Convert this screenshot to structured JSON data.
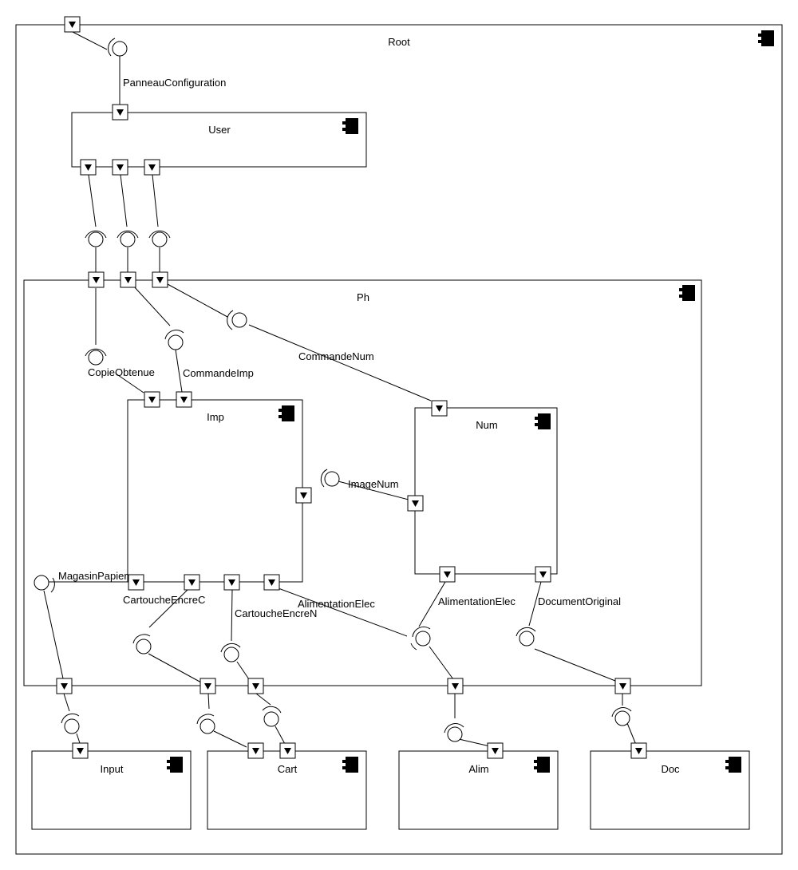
{
  "diagram": {
    "type": "uml-component-diagram",
    "icon": "component-icon",
    "components": {
      "root": "Root",
      "user": "User",
      "ph": "Ph",
      "imp": "Imp",
      "num": "Num",
      "input": "Input",
      "cart": "Cart",
      "alim": "Alim",
      "doc": "Doc"
    },
    "interfaces": {
      "panneau_configuration": "PanneauConfiguration",
      "copie_obtenue": "CopieObtenue",
      "commande_imp": "CommandeImp",
      "commande_num": "CommandeNum",
      "image_num": "ImageNum",
      "magasin_papier": "MagasinPapier",
      "cartouche_encre_c": "CartoucheEncreC",
      "cartouche_encre_n": "CartoucheEncreN",
      "alimentation_elec_imp": "AlimentationElec",
      "alimentation_elec_num": "AlimentationElec",
      "document_original": "DocumentOriginal"
    }
  }
}
